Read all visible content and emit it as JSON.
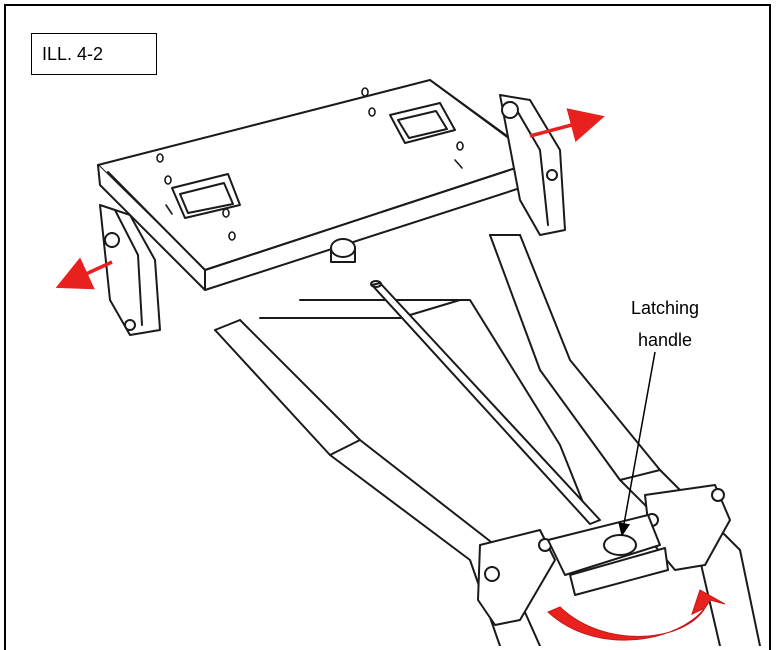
{
  "figure": {
    "label": "ILL. 4-2",
    "callout_lines": [
      "Latching",
      "handle"
    ],
    "colors": {
      "line": "#1a1a1a",
      "arrow": "#e8201e",
      "paper": "#ffffff"
    }
  }
}
